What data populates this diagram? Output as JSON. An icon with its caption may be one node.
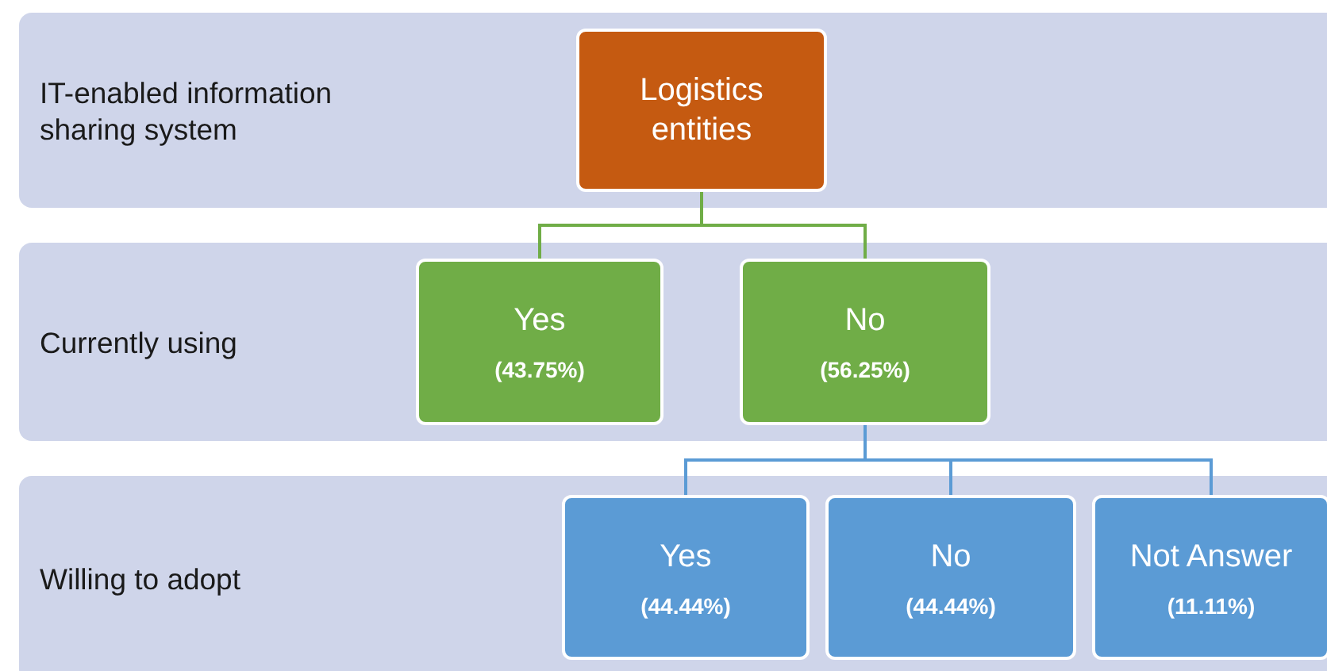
{
  "diagram": {
    "nodes": [
      {
        "text": [
          "IT-enabled information sharing system"
        ]
      },
      {
        "text": [
          "Logistics entities"
        ],
        "in": 0
      },
      {
        "text": [
          "Currently using"
        ]
      },
      {
        "text": [
          "Yes",
          "(43.75%)"
        ],
        "in": 2
      },
      {
        "text": [
          "No",
          "(56.25%)"
        ],
        "in": 2
      },
      {
        "text": [
          "Willing to adopt"
        ]
      },
      {
        "text": [
          "Yes",
          "(44.44%)"
        ],
        "in": 5
      },
      {
        "text": [
          "No",
          "(44.44%)"
        ],
        "in": 5
      },
      {
        "text": [
          "Not Answer",
          "(11.11%)"
        ],
        "in": 5
      }
    ],
    "edges": [
      {
        "from": 1,
        "to": 3,
        "arrow": "none",
        "color": "#70ad47"
      },
      {
        "from": 1,
        "to": 4,
        "arrow": "none",
        "color": "#70ad47"
      },
      {
        "from": 4,
        "to": 6,
        "arrow": "none"
      },
      {
        "from": 4,
        "to": 7,
        "arrow": "none"
      },
      {
        "from": 4,
        "to": 8,
        "arrow": "none"
      }
    ]
  }
}
